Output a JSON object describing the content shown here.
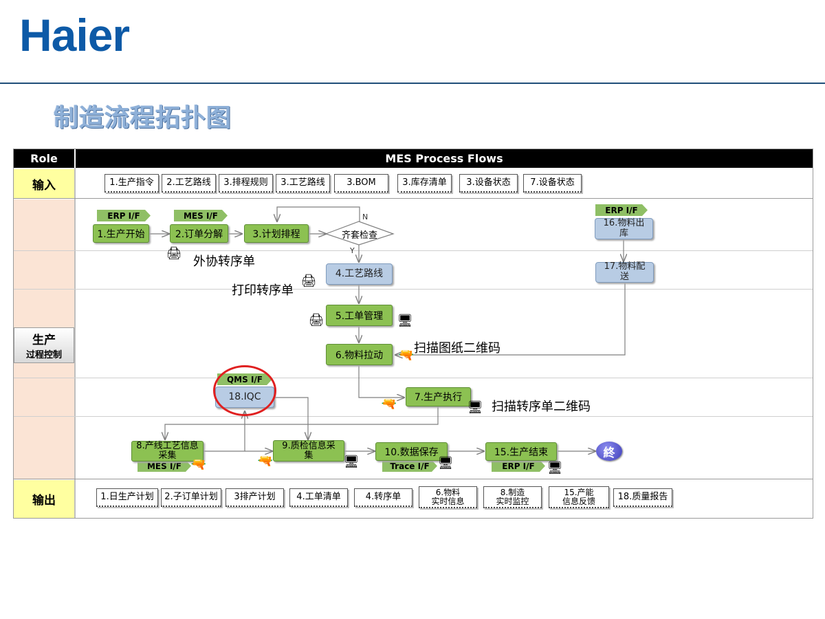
{
  "logo": "Haier",
  "title": "制造流程拓扑图",
  "header": {
    "role": "Role",
    "flows": "MES Process Flows"
  },
  "roles": {
    "input": "输入",
    "process_line1": "生产",
    "process_line2": "过程控制",
    "output": "输出"
  },
  "inputs": [
    "1.生产指令",
    "2.工艺路线",
    "3.排程规则",
    "3.工艺路线",
    "3.BOM",
    "3.库存清单",
    "3.设备状态",
    "7.设备状态"
  ],
  "outputs": [
    "1.日生产计划",
    "2.子订单计划",
    "3排产计划",
    "4.工单清单",
    "4.转序单",
    "6.物料\n实时信息",
    "8.制造\n实时监控",
    "15.产能\n信息反馈",
    "18.质量报告"
  ],
  "steps": {
    "s1": "1.生产开始",
    "s2": "2.订单分解",
    "s3": "3.计划排程",
    "check": "齐套检查",
    "s4": "4.工艺路线",
    "s5": "5.工单管理",
    "s6": "6.物料拉动",
    "s7": "7.生产执行",
    "s8": "8.产线工艺信息采集",
    "s9": "9.质检信息采集",
    "s10": "10.数据保存",
    "s15": "15.生产结束",
    "s16": "16.物料出库",
    "s17": "17.物料配送",
    "s18": "18.IQC",
    "end": "終"
  },
  "tags": {
    "erp1": "ERP I/F",
    "mes1": "MES I/F",
    "erp2": "ERP I/F",
    "qms": "QMS I/F",
    "mes2": "MES I/F",
    "trace": "Trace I/F",
    "erp3": "ERP I/F"
  },
  "labels": {
    "outsource": "外协转序单",
    "print": "打印转序单",
    "scan_drawing": "扫描图纸二维码",
    "scan_transfer": "扫描转序单二维码",
    "n": "N",
    "y": "Y"
  },
  "colors": {
    "green": "#8cc152",
    "blue": "#b8cce4",
    "highlight": "#e02020",
    "brand": "#0d5aa7"
  }
}
